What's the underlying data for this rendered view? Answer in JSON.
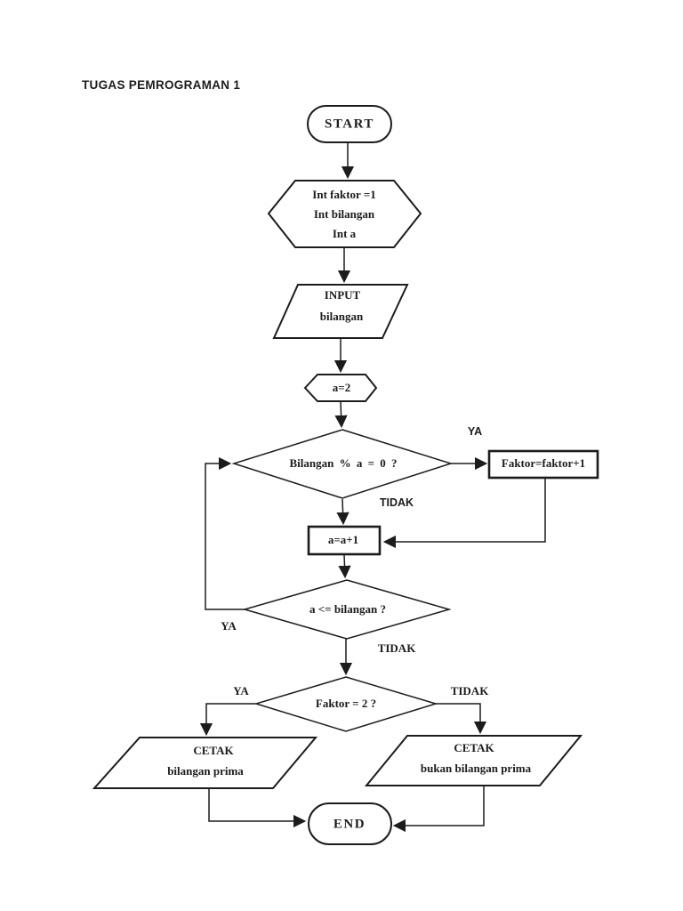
{
  "page": {
    "title": "TUGAS PEMROGRAMAN 1"
  },
  "colors": {
    "ink": "#1c1c1c",
    "background": "#ffffff"
  },
  "flowchart": {
    "start": {
      "type": "terminator",
      "label": "START"
    },
    "declare": {
      "type": "preparation-hexagon",
      "lines": [
        "Int faktor =1",
        "Int bilangan",
        "Int a"
      ]
    },
    "input": {
      "type": "input-parallelogram",
      "lines": [
        "INPUT",
        "bilangan"
      ]
    },
    "init": {
      "type": "preparation-hexagon",
      "label": "a=2"
    },
    "decision_mod": {
      "type": "decision",
      "label": "Bilangan % a = 0 ?",
      "yes_label": "YA",
      "no_label": "TIDAK"
    },
    "increment_faktor": {
      "type": "process",
      "label": "Faktor=faktor+1"
    },
    "increment_a": {
      "type": "process",
      "label": "a=a+1"
    },
    "decision_loop": {
      "type": "decision",
      "label": "a <= bilangan ?",
      "yes_label": "YA",
      "no_label": "TIDAK"
    },
    "decision_prime": {
      "type": "decision",
      "label": "Faktor = 2 ?",
      "yes_label": "YA",
      "no_label": "TIDAK"
    },
    "output_prime": {
      "type": "output-parallelogram",
      "lines": [
        "CETAK",
        "bilangan prima"
      ]
    },
    "output_not_prime": {
      "type": "output-parallelogram",
      "lines": [
        "CETAK",
        "bukan bilangan prima"
      ]
    },
    "end": {
      "type": "terminator",
      "label": "END"
    }
  }
}
